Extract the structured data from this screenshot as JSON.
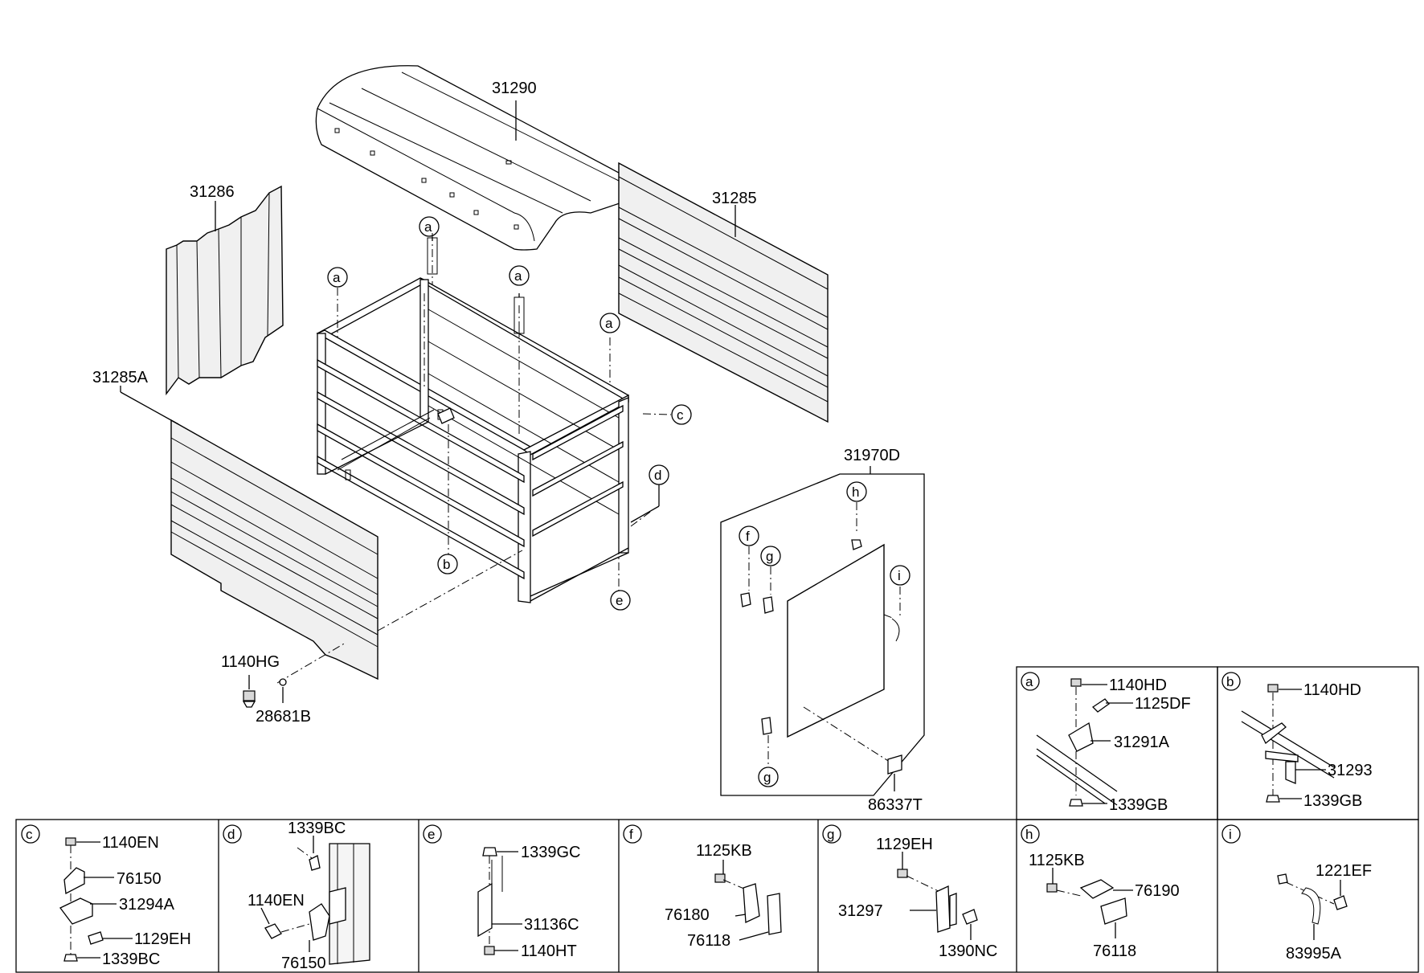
{
  "callouts": {
    "main": {
      "p31290": "31290",
      "p31286": "31286",
      "p31285": "31285",
      "p31285A": "31285A",
      "p1140HG": "1140HG",
      "p28681B": "28681B",
      "p31970D": "31970D",
      "p86337T": "86337T"
    },
    "letters": {
      "a": "a",
      "b": "b",
      "c": "c",
      "d": "d",
      "e": "e",
      "f": "f",
      "g": "g",
      "h": "h",
      "i": "i"
    }
  },
  "details": {
    "a": {
      "letter": "a",
      "parts": [
        "1140HD",
        "1125DF",
        "31291A",
        "1339GB"
      ]
    },
    "b": {
      "letter": "b",
      "parts": [
        "1140HD",
        "31293",
        "1339GB"
      ]
    },
    "c": {
      "letter": "c",
      "parts": [
        "1140EN",
        "76150",
        "31294A",
        "1129EH",
        "1339BC"
      ]
    },
    "d": {
      "letter": "d",
      "parts": [
        "1339BC",
        "1140EN",
        "76150"
      ]
    },
    "e": {
      "letter": "e",
      "parts": [
        "1339GC",
        "31136C",
        "1140HT"
      ]
    },
    "f": {
      "letter": "f",
      "parts": [
        "1125KB",
        "76180",
        "76118"
      ]
    },
    "g": {
      "letter": "g",
      "parts": [
        "1129EH",
        "31297",
        "1390NC"
      ]
    },
    "h": {
      "letter": "h",
      "parts": [
        "1125KB",
        "76190",
        "76118"
      ]
    },
    "i": {
      "letter": "i",
      "parts": [
        "1221EF",
        "83995A"
      ]
    }
  }
}
